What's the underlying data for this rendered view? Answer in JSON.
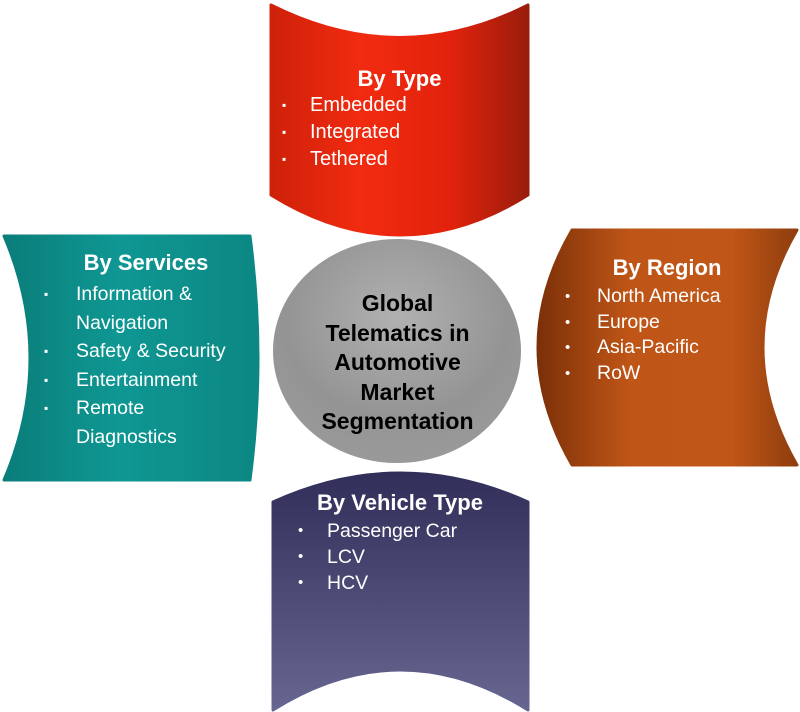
{
  "diagram": {
    "title": "Global Telematics in Automotive Market Segmentation",
    "center": {
      "lines": [
        "Global",
        "Telematics in",
        "Automotive",
        "Market",
        "Segmentation"
      ],
      "fill_color": "#9A9A9A",
      "text_color": "#000000"
    },
    "segments": [
      {
        "id": "by-type",
        "position": "top",
        "heading": "By Type",
        "bullet": "▪",
        "color": "#E8230D",
        "items": [
          "Embedded",
          "Integrated",
          "Tethered"
        ]
      },
      {
        "id": "by-services",
        "position": "left",
        "heading": "By Services",
        "bullet": "▪",
        "color": "#0E9490",
        "items": [
          "Information &\nNavigation",
          "Safety & Security",
          "Entertainment",
          "Remote\nDiagnostics"
        ]
      },
      {
        "id": "by-region",
        "position": "right",
        "heading": "By Region",
        "bullet": "•",
        "color": "#BC5316",
        "items": [
          "North America",
          "Europe",
          "Asia-Pacific",
          "RoW"
        ]
      },
      {
        "id": "by-vehicle-type",
        "position": "bottom",
        "heading": "By Vehicle Type",
        "bullet": "•",
        "color": "#45446E",
        "items": [
          "Passenger Car",
          "LCV",
          "HCV"
        ]
      }
    ]
  }
}
